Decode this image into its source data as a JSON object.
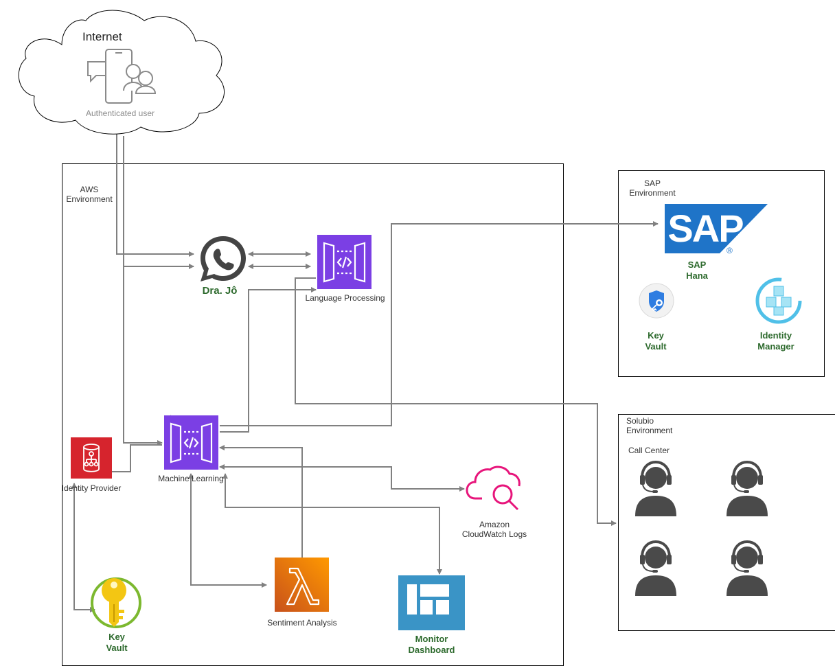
{
  "internet": {
    "label": "Internet",
    "user_label": "Authenticated user"
  },
  "aws": {
    "label_line1": "AWS",
    "label_line2": "Environment",
    "whatsapp_label": "Dra. Jô",
    "language_label": "Language Processing",
    "ml_label": "Machine Learning",
    "idp_label": "Identity Provider",
    "cloudwatch_line1": "Amazon",
    "cloudwatch_line2": "CloudWatch Logs",
    "sentiment_label": "Sentiment Analysis",
    "monitor_line1": "Monitor",
    "monitor_line2": "Dashboard",
    "keyvault_line1": "Key",
    "keyvault_line2": "Vault"
  },
  "sap": {
    "label_line1": "SAP",
    "label_line2": "Environment",
    "logo_text": "SAP",
    "logo_mark": "®",
    "hana_line1": "SAP",
    "hana_line2": "Hana",
    "keyvault_line1": "Key",
    "keyvault_line2": "Vault",
    "idm_line1": "Identity",
    "idm_line2": "Manager"
  },
  "solubio": {
    "label_line1": "Solubio",
    "label_line2": "Environment",
    "callcenter_label": "Call Center"
  },
  "colors": {
    "edge": "#808080",
    "label_green": "#2d6a2d",
    "aws_purple": "#7b3fe4",
    "aws_red": "#d6242d",
    "aws_orange": "#ed7100",
    "monitor_blue": "#3a94c6",
    "cloudwatch_pink": "#e7157b",
    "sap_blue": "#1f74c8"
  }
}
